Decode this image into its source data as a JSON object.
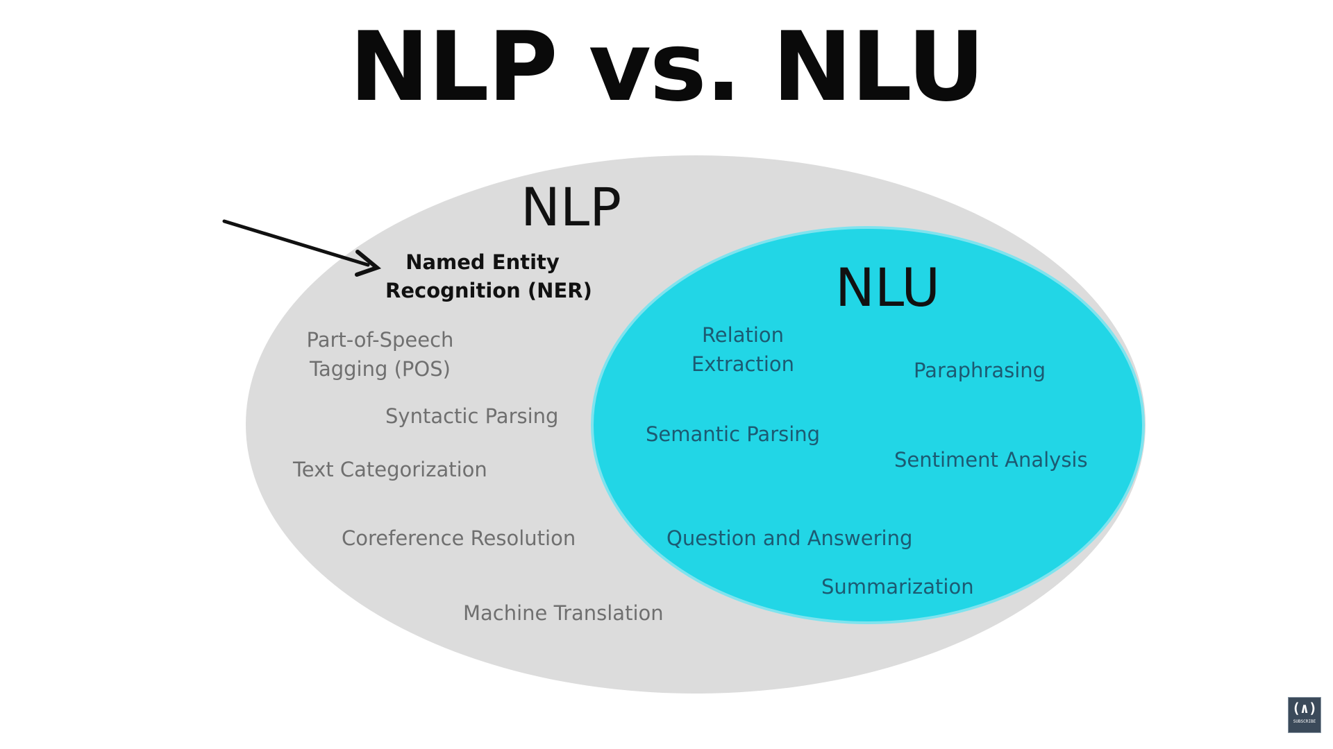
{
  "title": "NLP vs. NLU",
  "sets": {
    "nlp": {
      "label": "NLP",
      "color": "#dcdcdc"
    },
    "nlu": {
      "label": "NLU",
      "color": "#22d6e6",
      "border_color": "#7fe3ee"
    }
  },
  "highlight": {
    "line1": "Named Entity",
    "line2": "Recognition (NER)"
  },
  "nlp_items": {
    "pos_line1": "Part-of-Speech",
    "pos_line2": "Tagging (POS)",
    "syntactic": "Syntactic Parsing",
    "text_cat": "Text Categorization",
    "coref": "Coreference Resolution",
    "mt": "Machine Translation"
  },
  "nlu_items": {
    "relation_line1": "Relation",
    "relation_line2": "Extraction",
    "paraphrasing": "Paraphrasing",
    "semantic": "Semantic Parsing",
    "sentiment": "Sentiment Analysis",
    "qa": "Question and Answering",
    "summarization": "Summarization"
  },
  "logo": {
    "icon": "flame-brackets-icon",
    "text": "SUBSCRIBE"
  }
}
